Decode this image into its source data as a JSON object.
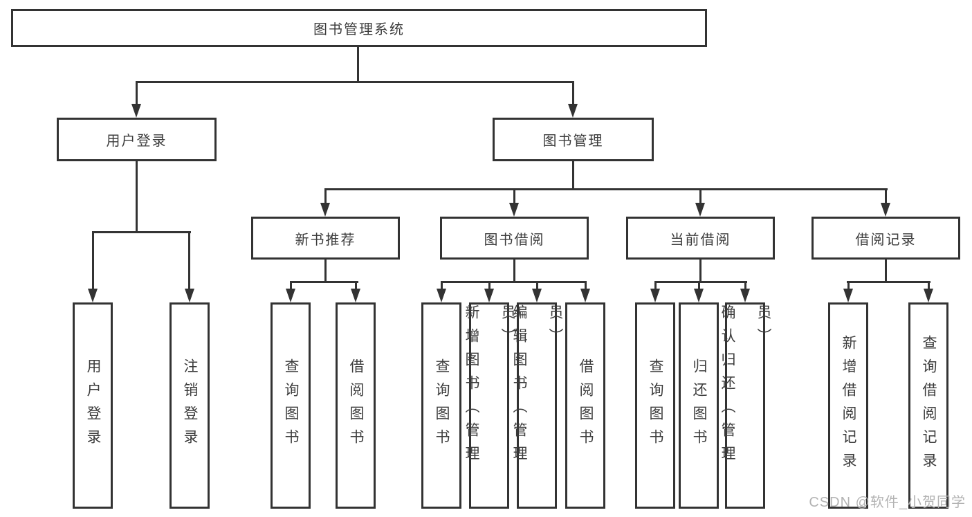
{
  "diagram": {
    "title": "图书管理系统",
    "root": "图书管理系统",
    "branches": [
      {
        "label": "用户登录",
        "children": [
          "用户登录",
          "注销登录"
        ]
      },
      {
        "label": "图书管理",
        "groups": [
          {
            "label": "新书推荐",
            "children": [
              "查询图书",
              "借阅图书"
            ]
          },
          {
            "label": "图书借阅",
            "children": [
              "查询图书",
              "新增图书（管理员）",
              "编辑图书（管理员）",
              "借阅图书"
            ]
          },
          {
            "label": "当前借阅",
            "children": [
              "查询图书",
              "归还图书",
              "确认归还（管理员）"
            ]
          },
          {
            "label": "借阅记录",
            "children": [
              "新增借阅记录",
              "查询借阅记录"
            ]
          }
        ]
      }
    ]
  },
  "watermark": "CSDN @软件_小贺同学",
  "colors": {
    "line": "#333333",
    "text": "#3c3c3c",
    "watermark": "#b3b3b3",
    "background": "#ffffff"
  }
}
